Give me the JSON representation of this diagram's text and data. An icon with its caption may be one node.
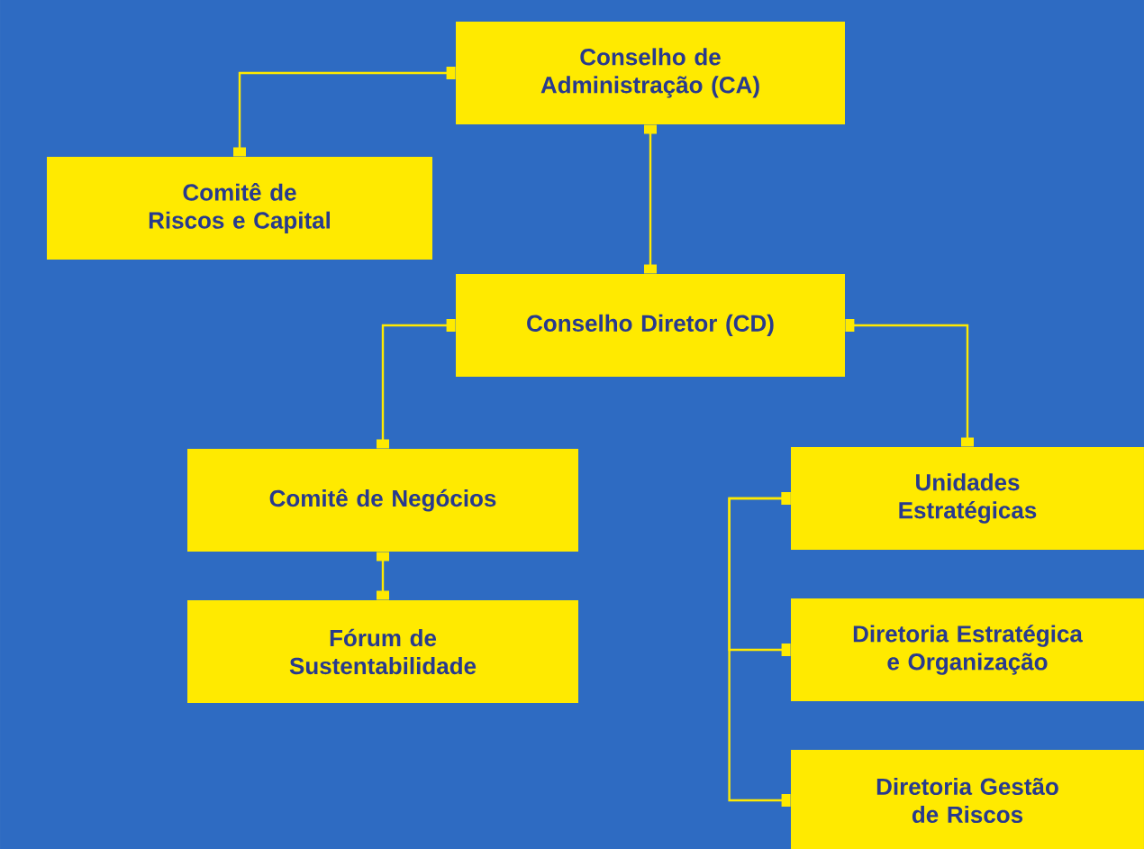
{
  "diagram": {
    "nodes": [
      {
        "text": [
          "Conselho de Administração (CA)"
        ]
      },
      {
        "text": [
          "Comitê de Riscos e Capital"
        ]
      },
      {
        "text": [
          "Conselho Diretor (CD)"
        ]
      },
      {
        "text": [
          "Comitê de Negócios"
        ]
      },
      {
        "text": [
          "Unidades Estratégicas"
        ]
      },
      {
        "text": [
          "Fórum de Sustentabilidade"
        ]
      },
      {
        "text": [
          "Diretoria Estratégica e Organização"
        ]
      },
      {
        "text": [
          "Diretoria Gestão de Riscos"
        ]
      }
    ],
    "edges": [
      {
        "from": 0,
        "to": 1,
        "arrow": "other"
      },
      {
        "from": 0,
        "to": 2,
        "arrow": "other"
      },
      {
        "from": 2,
        "to": 3,
        "arrow": "other"
      },
      {
        "from": 2,
        "to": 4,
        "arrow": "other"
      },
      {
        "from": 3,
        "to": 5,
        "arrow": "other"
      },
      {
        "from": 4,
        "to": 6,
        "arrow": "other"
      },
      {
        "from": 4,
        "to": 7,
        "arrow": "other"
      }
    ]
  }
}
